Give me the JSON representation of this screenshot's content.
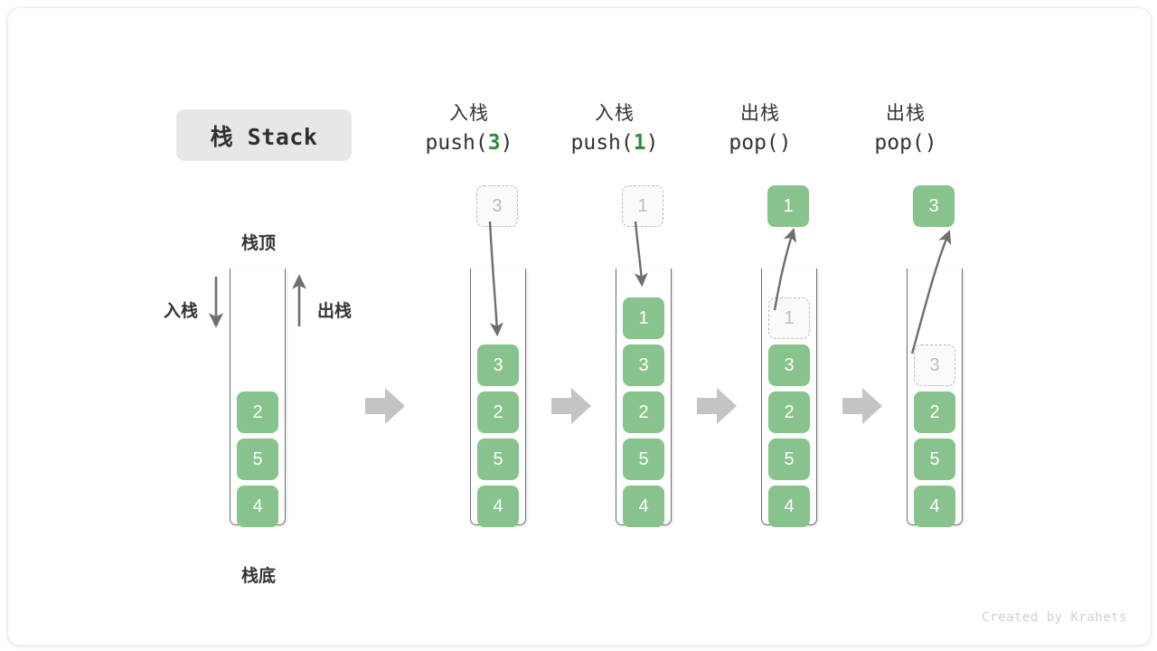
{
  "title": "栈 Stack",
  "labels": {
    "top": "栈顶",
    "bottom": "栈底",
    "push_side": "入栈",
    "pop_side": "出栈"
  },
  "watermark": "Created by Krahets",
  "colors": {
    "cell_green": "#88c28c",
    "arg_green": "#2e8b42",
    "ghost_border": "#b9b9b9",
    "ghost_text": "#bdbdbd",
    "arrow_gray": "#6e6e6e",
    "step_arrow_gray": "#c4c4c4",
    "chip_bg": "#e7e7e7",
    "container_stroke": "#6e6e6e"
  },
  "steps": [
    {
      "name": "initial",
      "op_cn": "",
      "op_code": "",
      "op_arg": "",
      "stack": [
        "2",
        "5",
        "4"
      ]
    },
    {
      "name": "push-3",
      "op_cn": "入栈",
      "op_code_pre": "push(",
      "op_arg": "3",
      "op_code_post": ")",
      "float_value": "3",
      "float_kind": "ghost",
      "arrow": "down",
      "stack": [
        "3",
        "2",
        "5",
        "4"
      ]
    },
    {
      "name": "push-1",
      "op_cn": "入栈",
      "op_code_pre": "push(",
      "op_arg": "1",
      "op_code_post": ")",
      "float_value": "1",
      "float_kind": "ghost",
      "arrow": "down",
      "stack": [
        "1",
        "3",
        "2",
        "5",
        "4"
      ]
    },
    {
      "name": "pop-1",
      "op_cn": "出栈",
      "op_code_pre": "pop(",
      "op_arg": "",
      "op_code_post": ")",
      "float_value": "1",
      "float_kind": "filled",
      "arrow": "up",
      "ghost_top": "1",
      "stack": [
        "3",
        "2",
        "5",
        "4"
      ]
    },
    {
      "name": "pop-3",
      "op_cn": "出栈",
      "op_code_pre": "pop(",
      "op_arg": "",
      "op_code_post": ")",
      "float_value": "3",
      "float_kind": "filled",
      "arrow": "up",
      "ghost_top": "3",
      "stack": [
        "2",
        "5",
        "4"
      ]
    }
  ],
  "stack0": {
    "c0": "2",
    "c1": "5",
    "c2": "4"
  },
  "stack1": {
    "c0": "3",
    "c1": "2",
    "c2": "5",
    "c3": "4",
    "float": "3",
    "op_cn": "入栈",
    "code_pre": "push(",
    "arg": "3",
    "code_post": ")"
  },
  "stack2": {
    "c0": "1",
    "c1": "3",
    "c2": "2",
    "c3": "5",
    "c4": "4",
    "float": "1",
    "op_cn": "入栈",
    "code_pre": "push(",
    "arg": "1",
    "code_post": ")"
  },
  "stack3": {
    "ghost": "1",
    "c0": "3",
    "c1": "2",
    "c2": "5",
    "c3": "4",
    "float": "1",
    "op_cn": "出栈",
    "code_pre": "pop(",
    "arg": "",
    "code_post": ")"
  },
  "stack4": {
    "ghost": "3",
    "c0": "2",
    "c1": "5",
    "c2": "4",
    "float": "3",
    "op_cn": "出栈",
    "code_pre": "pop(",
    "arg": "",
    "code_post": ")"
  }
}
